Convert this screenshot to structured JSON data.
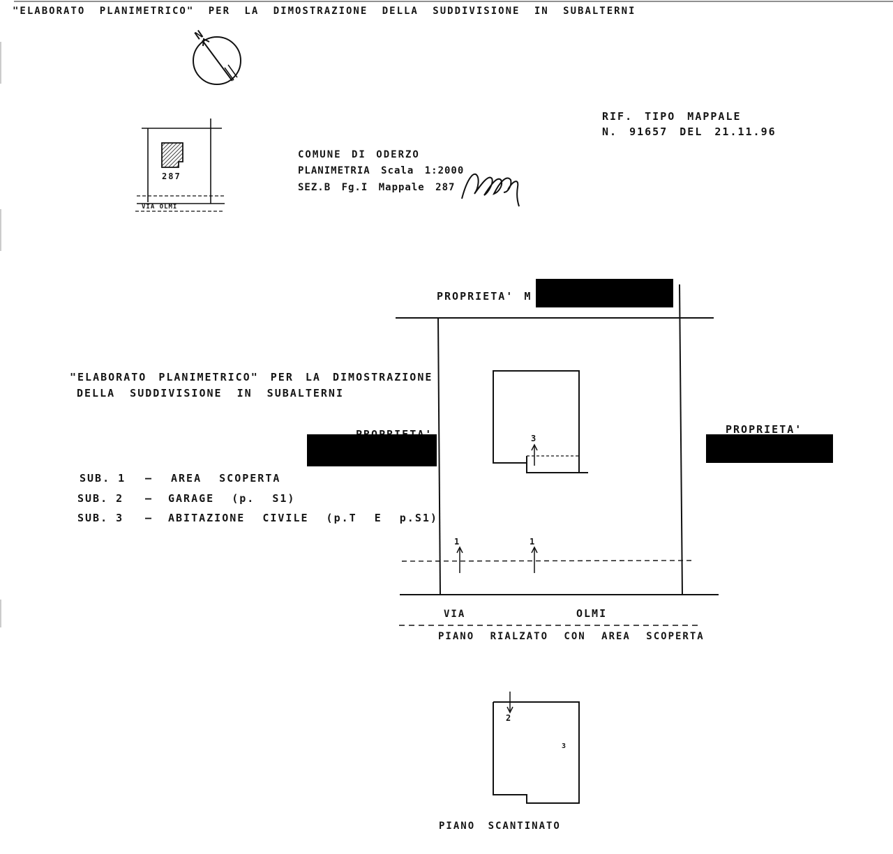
{
  "header": {
    "title": "\"ELABORATO PLANIMETRICO\" PER LA DIMOSTRAZIONE DELLA SUDDIVISIONE IN SUBALTERNI"
  },
  "compass": {
    "north_label": "N"
  },
  "reference": {
    "line1": "RIF. TIPO MAPPALE",
    "line2": "N. 91657 DEL 21.11.96"
  },
  "location_map": {
    "parcel_number": "287",
    "street_label": "VIA OLMI"
  },
  "cadastral_info": {
    "comune": "COMUNE DI ODERZO",
    "planimetria": "PLANIMETRIA Scala 1:2000",
    "sezione": "SEZ.B Fg.I Mappale 287"
  },
  "plan_title": {
    "line1": "\"ELABORATO PLANIMETRICO\" PER LA DIMOSTRAZIONE",
    "line2": "DELLA SUDDIVISIONE IN SUBALTERNI"
  },
  "legend": [
    {
      "sub": "SUB. 1",
      "dash": "–",
      "desc": "AREA SCOPERTA"
    },
    {
      "sub": "SUB. 2",
      "dash": "–",
      "desc": "GARAGE (p. S1)"
    },
    {
      "sub": "SUB. 3",
      "dash": "–",
      "desc": "ABITAZIONE CIVILE (p.T E p.S1)"
    }
  ],
  "ground_floor": {
    "property_top": "PROPRIETA' M",
    "property_left": "PROPRIETA'",
    "property_right": "PROPRIETA'",
    "label_sub3": "3",
    "label_sub1_left": "1",
    "label_sub1_right": "1",
    "street_via": "VIA",
    "street_olmi": "OLMI",
    "caption": "PIANO RIALZATO CON AREA SCOPERTA"
  },
  "basement": {
    "label_sub2": "2",
    "label_sub3": "3",
    "caption": "PIANO SCANTINATO"
  },
  "colors": {
    "ink": "#151515",
    "paper": "#ffffff",
    "redaction": "#000000"
  }
}
